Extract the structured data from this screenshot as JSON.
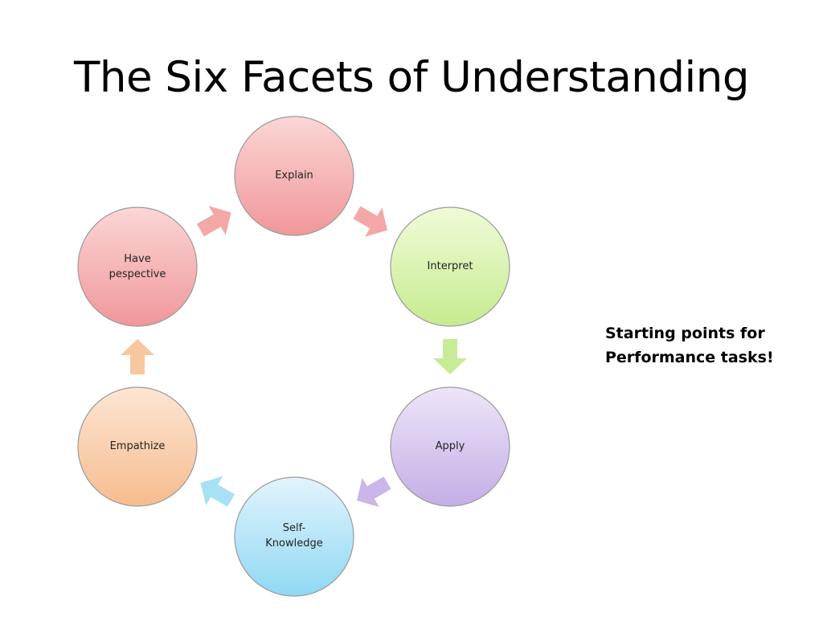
{
  "slide": {
    "title": "The Six Facets of Understanding",
    "note": "Starting points for\nPerformance tasks!"
  },
  "diagram": {
    "type": "cycle",
    "nodes": [
      {
        "id": "explain",
        "label": "Explain",
        "color_light": "#fbd6d6",
        "color_dark": "#f0979a"
      },
      {
        "id": "interpret",
        "label": "Interpret",
        "color_light": "#f0fbd8",
        "color_dark": "#c6eb8e"
      },
      {
        "id": "apply",
        "label": "Apply",
        "color_light": "#ede5f8",
        "color_dark": "#c4aee6"
      },
      {
        "id": "self-knowledge",
        "label": "Self-\nKnowledge",
        "color_light": "#e2f4fc",
        "color_dark": "#8fd8f3"
      },
      {
        "id": "empathize",
        "label": "Empathize",
        "color_light": "#fde6d3",
        "color_dark": "#f6bc8e"
      },
      {
        "id": "have-perspective",
        "label": "Have\npespective",
        "color_light": "#fbd6d6",
        "color_dark": "#f0979a"
      }
    ],
    "arrow_colors": [
      "#f4a7a7",
      "#c8eb95",
      "#cbb6ea",
      "#a8e1f5",
      "#f8c79f",
      "#f4a7a7"
    ],
    "stroke_color": "#9a9a9a"
  }
}
